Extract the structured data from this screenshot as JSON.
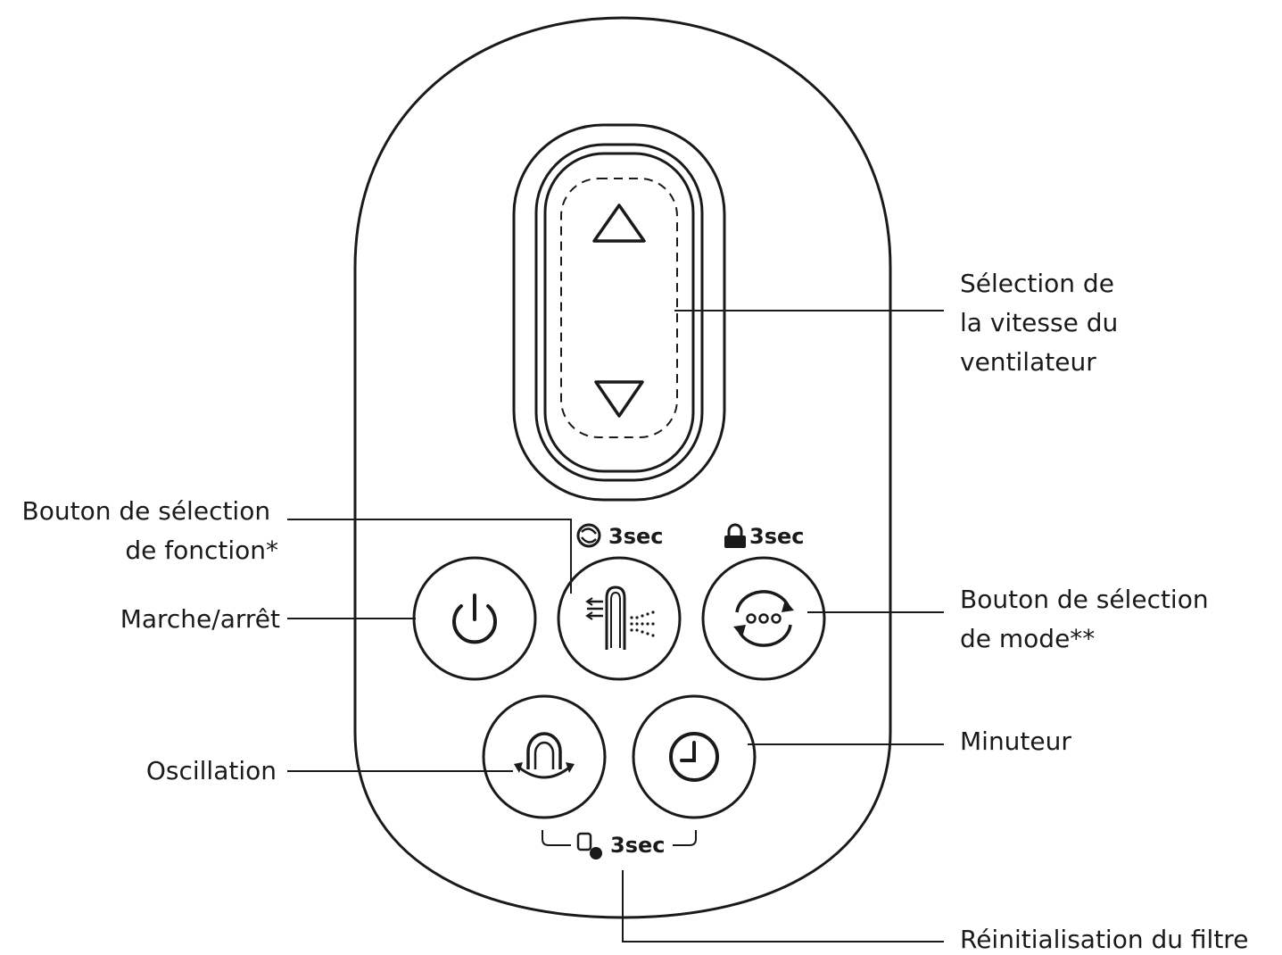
{
  "labels": {
    "speed": [
      "Sélection de",
      "la vitesse du",
      "ventilateur"
    ],
    "function": [
      "Bouton de sélection",
      "de fonction*"
    ],
    "power": "Marche/arrêt",
    "mode": [
      "Bouton de sélection",
      "de mode**"
    ],
    "oscillation": "Oscillation",
    "timer": "Minuteur",
    "filter_reset": "Réinitialisation du filtre"
  },
  "badges": {
    "function_hold": "3sec",
    "mode_hold": "3sec",
    "filter_hold": "3sec"
  },
  "icons": {
    "speed_up": "triangle-up-icon",
    "speed_down": "triangle-down-icon",
    "power": "power-icon",
    "function": "humidify-purify-icon",
    "mode": "mode-cycle-icon",
    "oscillation": "oscillation-icon",
    "timer": "clock-icon",
    "function_badge": "swirl-icon",
    "mode_badge": "lock-icon",
    "filter_badge": "filter-icon"
  },
  "colors": {
    "ink": "#1a1a1a",
    "background": "#ffffff"
  }
}
